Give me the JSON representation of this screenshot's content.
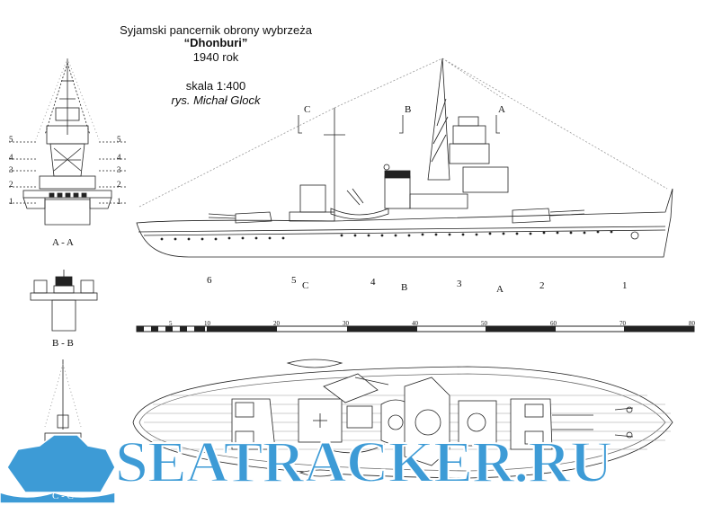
{
  "title": {
    "line1": "Syjamski pancernik obrony wybrzeża",
    "line2": "“Dhonburi”",
    "line3": "1940 rok",
    "scale": "skala 1:400",
    "author": "rys. Michał Glock"
  },
  "views": {
    "aa_caption": "A - A",
    "bb_caption": "B - B",
    "cc_caption": "C - C"
  },
  "section_marks": {
    "top": [
      "C",
      "B",
      "A"
    ],
    "lower": [
      "6",
      "5",
      "C",
      "4",
      "B",
      "3",
      "A",
      "2",
      "1"
    ]
  },
  "aa_levels": [
    "5",
    "4",
    "3",
    "2",
    "1"
  ],
  "scale_bar": {
    "labels": [
      "5",
      "10",
      "20",
      "30",
      "40",
      "50",
      "60",
      "70",
      "80"
    ]
  },
  "watermark": {
    "text": "SEATRACKER.RU",
    "color": "#3d9bd6"
  }
}
